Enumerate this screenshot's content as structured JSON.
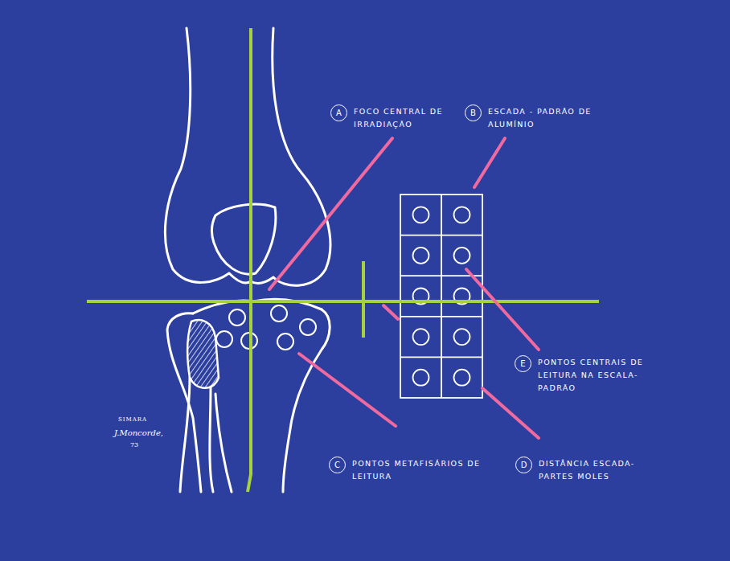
{
  "diagram": {
    "nodes": [
      {
        "text": [
          "A",
          "FOCO CENTRAL DE IRRADIAÇÃO"
        ]
      },
      {
        "text": [
          "B",
          "ESCADA - PADRÃO DE ALUMÍNIO"
        ]
      },
      {
        "text": [
          "E",
          "PONTOS CENTRAIS DE LEITURA NA ESCALA-PADRÃO"
        ]
      },
      {
        "text": [
          "C",
          "PONTOS METAFISÁRIOS DE LEITURA"
        ]
      },
      {
        "text": [
          "D",
          "DISTÂNCIA ESCADA-PARTES MOLES"
        ]
      }
    ],
    "labels": [
      "SIMARA",
      "J.Moncorde,",
      "73"
    ]
  }
}
